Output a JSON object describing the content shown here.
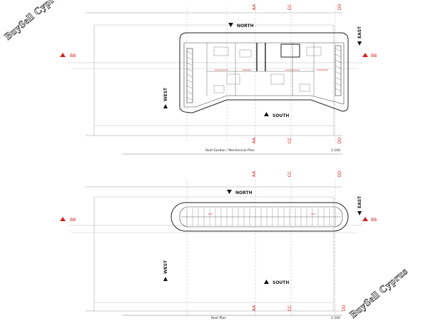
{
  "plans": [
    {
      "title": "Roof Garden / Mechanical Plan",
      "scale": "1:100",
      "compass": {
        "north": "NORTH",
        "south": "SOUTH",
        "east": "EAST",
        "west": "WEST"
      },
      "section_marks": {
        "left": "BB",
        "right": "BB"
      },
      "grid_marks": [
        "AA",
        "CC",
        "DD"
      ]
    },
    {
      "title": "Roof Plan",
      "scale": "1:100",
      "compass": {
        "north": "NORTH",
        "south": "SOUTH",
        "east": "EAST",
        "west": "WEST"
      },
      "section_marks": {
        "left": "BB",
        "right": "BB"
      },
      "grid_marks": [
        "AA",
        "CC",
        "DD"
      ]
    }
  ],
  "watermark": {
    "text": "BuySell Cyprus"
  }
}
